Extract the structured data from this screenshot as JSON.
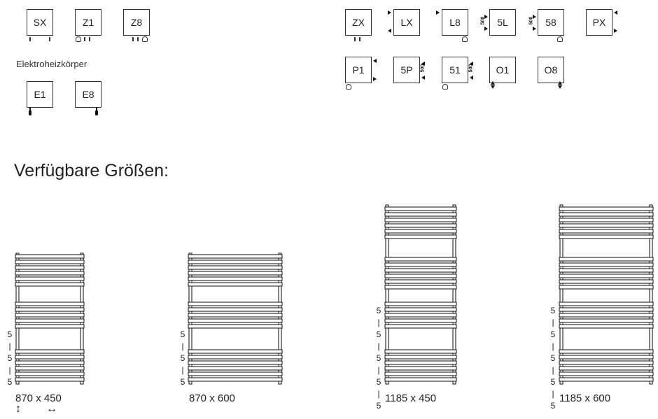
{
  "connections": {
    "row1_left": [
      "SX",
      "Z1",
      "Z8"
    ],
    "row1_right": [
      "ZX",
      "LX",
      "L8",
      "5L",
      "58",
      "PX"
    ],
    "row2_right": [
      "P1",
      "5P",
      "51",
      "O1",
      "O8"
    ],
    "side_label": "500"
  },
  "electric": {
    "title": "Elektroheizkörper",
    "items": [
      "E1",
      "E8"
    ]
  },
  "sizes": {
    "heading": "Verfügbare Größen:",
    "items": [
      {
        "label": "870 x 450",
        "spacing": [
          "5",
          "|",
          "5",
          "|",
          "5"
        ]
      },
      {
        "label": "870 x 600",
        "spacing": [
          "5",
          "|",
          "5",
          "|",
          "5"
        ]
      },
      {
        "label": "1185 x 450",
        "spacing": [
          "5",
          "|",
          "5",
          "|",
          "5",
          "|",
          "5",
          "|",
          "5"
        ]
      },
      {
        "label": "1185 x 600",
        "spacing": [
          "5",
          "|",
          "5",
          "|",
          "5",
          "|",
          "5",
          "|",
          "5"
        ]
      }
    ],
    "height_symbol": "↕",
    "width_symbol": "↔"
  }
}
